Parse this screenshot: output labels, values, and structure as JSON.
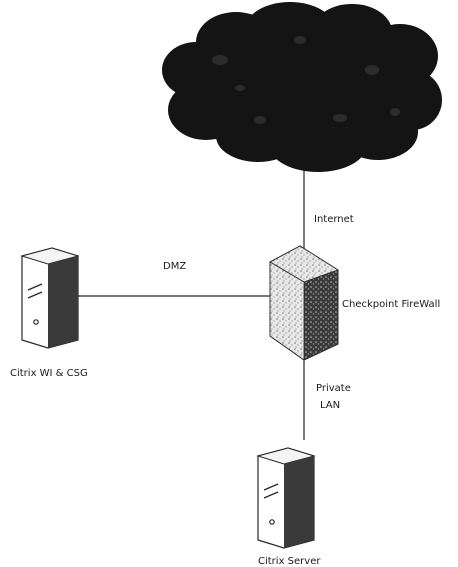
{
  "diagram": {
    "nodes": {
      "internet": {
        "kind": "cloud",
        "icon": "cloud-icon",
        "label": ""
      },
      "firewall": {
        "kind": "firewall",
        "icon": "firewall-icon",
        "label": "Checkpoint FireWall"
      },
      "wi_csg": {
        "kind": "server",
        "icon": "server-icon",
        "label": "Citrix WI & CSG"
      },
      "citrix_server": {
        "kind": "server",
        "icon": "server-icon",
        "label": "Citrix Server"
      }
    },
    "links": {
      "internet": {
        "from": "firewall",
        "to": "internet",
        "label": "Internet"
      },
      "dmz": {
        "from": "wi_csg",
        "to": "firewall",
        "label": "DMZ"
      },
      "private_lan": {
        "from": "firewall",
        "to": "citrix_server",
        "label_line1": "Private",
        "label_line2": "LAN"
      }
    },
    "colors": {
      "cloud": "#141414",
      "device_dark": "#2a2a2a",
      "device_light": "#f2f2f2",
      "line": "#2a2a2a"
    }
  }
}
